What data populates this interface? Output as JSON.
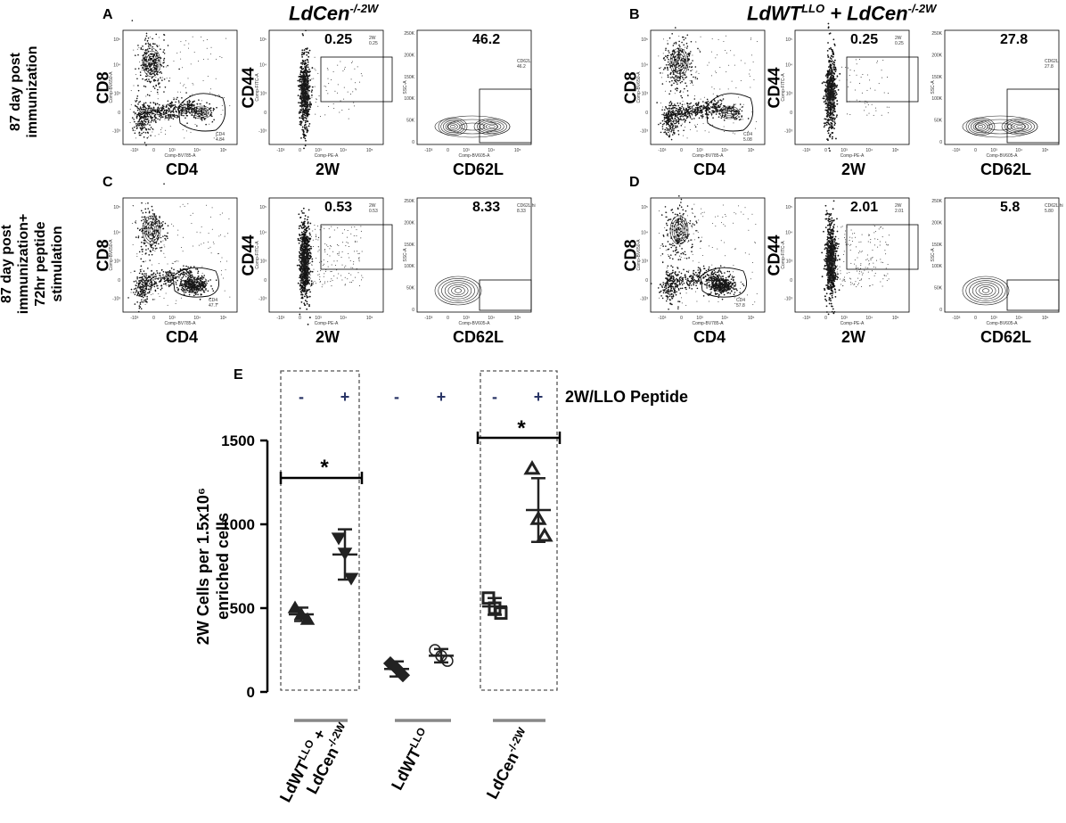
{
  "group_titles": {
    "left": {
      "base": "LdCen",
      "sup": "-/-2W"
    },
    "right": {
      "base": "LdWT",
      "sup": "LLO",
      "mid": " + LdCen",
      "sup2": "-/-2W"
    }
  },
  "panel_letters": [
    "A",
    "B",
    "C",
    "D",
    "E"
  ],
  "row_labels": {
    "top": [
      "87 day post",
      "immunization"
    ],
    "bottom": [
      "87 day post",
      "immunization+",
      "72hr peptide",
      "stimulation"
    ]
  },
  "axis_labels": {
    "cd8": "CD8",
    "cd4": "CD4",
    "cd44": "CD44",
    "w2": "2W",
    "cd62l": "CD62L",
    "comp_cd8": "Comp-BV650-A",
    "comp_cd4": "Comp-BV785-A",
    "comp_cd44": "Comp-FITC-A",
    "comp_pe": "Comp-PE-A",
    "comp_bv605": "Comp-BV605-A",
    "ssc": "SSC-A"
  },
  "flow_panels": {
    "A": {
      "cd4_gate": "CD4",
      "cd4_pct": "4.84",
      "w2_big": "0.25",
      "w2_small": "2W",
      "w2_small_pct": "0.25",
      "cd62_big": "46.2",
      "cd62_small": "CD62L",
      "cd62_small_pct": "46.2"
    },
    "B": {
      "cd4_gate": "CD4",
      "cd4_pct": "5.08",
      "w2_big": "0.25",
      "w2_small": "2W",
      "w2_small_pct": "0.25",
      "cd62_big": "27.8",
      "cd62_small": "CD62L",
      "cd62_small_pct": "27.8"
    },
    "C": {
      "cd4_gate": "CD4",
      "cd4_pct": "47.7",
      "w2_big": "0.53",
      "w2_small": "2W",
      "w2_small_pct": "0.53",
      "cd62_big": "8.33",
      "cd62_small": "CD62L hi",
      "cd62_small_pct": "8.33"
    },
    "D": {
      "cd4_gate": "CD4",
      "cd4_pct": "57.8",
      "w2_big": "2.01",
      "w2_small": "2W",
      "w2_small_pct": "2.01",
      "cd62_big": "5.8",
      "cd62_small": "CD62L hi",
      "cd62_small_pct": "5.80"
    }
  },
  "flow_ticks": {
    "log_y": [
      "10⁵",
      "10⁴",
      "10³",
      "0",
      "-10³"
    ],
    "log_x": [
      "-10³",
      "0",
      "10³",
      "10⁴",
      "10⁵"
    ],
    "ssc_y": [
      "250K",
      "200K",
      "150K",
      "100K",
      "50K",
      "0"
    ]
  },
  "chart_data": {
    "type": "scatter",
    "ylabel": "2W Cells per 1.5x10⁶ enriched cells",
    "ylim": [
      0,
      1500
    ],
    "yticks": [
      0,
      500,
      1000,
      1500
    ],
    "peptide_label": "2W/LLO Peptide",
    "sign_labels": [
      "-",
      "+",
      "-",
      "+",
      "-",
      "+"
    ],
    "group_labels": [
      {
        "line1": "LdWT",
        "sup1": "LLO",
        "line1b": " +",
        "line2": "LdCen",
        "sup2": "-/-2W"
      },
      {
        "line1": "LdWT",
        "sup1": "LLO"
      },
      {
        "line1": "LdCen",
        "sup1": "-/-2W"
      }
    ],
    "significance": "*",
    "series": [
      {
        "group": 1,
        "peptide": "-",
        "marker": "triangle-up",
        "values": [
          500,
          460,
          430
        ],
        "mean": 463,
        "sd": 40
      },
      {
        "group": 1,
        "peptide": "+",
        "marker": "triangle-down",
        "values": [
          920,
          830,
          680
        ],
        "mean": 820,
        "sd": 150
      },
      {
        "group": 2,
        "peptide": "-",
        "marker": "diamond",
        "values": [
          170,
          140,
          100
        ],
        "mean": 137,
        "sd": 45
      },
      {
        "group": 2,
        "peptide": "+",
        "marker": "circle",
        "values": [
          250,
          215,
          185
        ],
        "mean": 216,
        "sd": 40
      },
      {
        "group": 3,
        "peptide": "-",
        "marker": "square",
        "values": [
          560,
          500,
          470
        ],
        "mean": 510,
        "sd": 50
      },
      {
        "group": 3,
        "peptide": "+",
        "marker": "triangle-up-open",
        "values": [
          1330,
          1030,
          930
        ],
        "mean": 1085,
        "sd": 190
      }
    ]
  }
}
